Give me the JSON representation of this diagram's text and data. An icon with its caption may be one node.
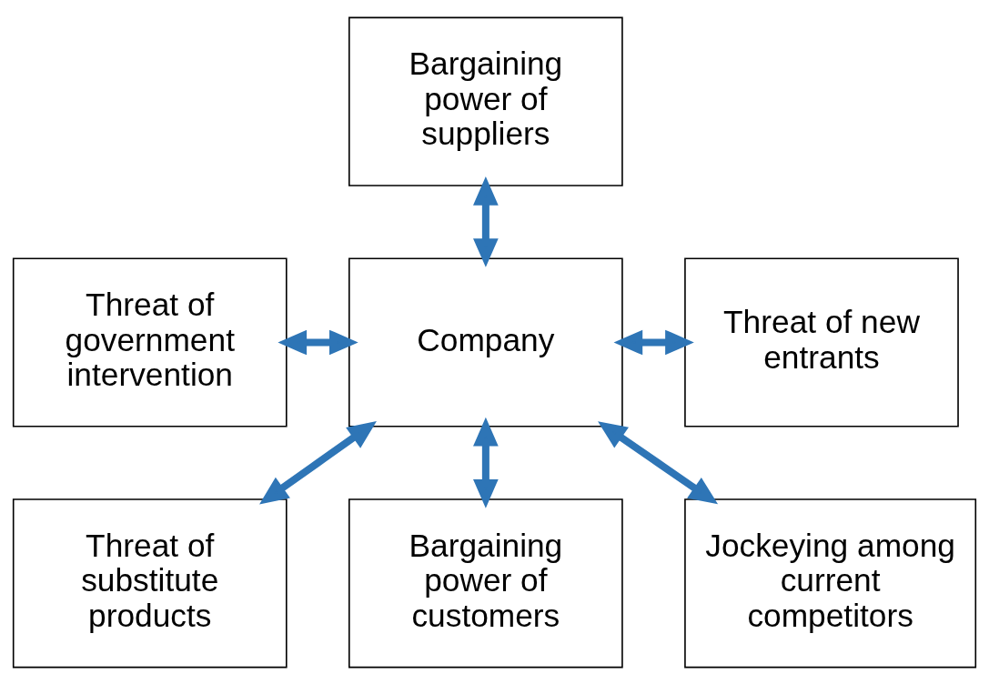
{
  "diagram": {
    "nodes": [
      {
        "text": [
          "Bargaining power of suppliers"
        ]
      },
      {
        "text": [
          "Threat of government intervention"
        ]
      },
      {
        "text": [
          "Company"
        ]
      },
      {
        "text": [
          "Threat of new entrants"
        ]
      },
      {
        "text": [
          "Threat of substitute products"
        ]
      },
      {
        "text": [
          "Bargaining power of customers"
        ]
      },
      {
        "text": [
          "Jockeying among current competitors"
        ]
      }
    ],
    "edges": [
      {
        "from": 0,
        "to": 2,
        "arrow": "both"
      },
      {
        "from": 1,
        "to": 2,
        "arrow": "both"
      },
      {
        "from": 2,
        "to": 3,
        "arrow": "both"
      },
      {
        "from": 2,
        "to": 4,
        "arrow": "both"
      },
      {
        "from": 2,
        "to": 5,
        "arrow": "both"
      },
      {
        "from": 2,
        "to": 6,
        "arrow": "both"
      }
    ]
  }
}
